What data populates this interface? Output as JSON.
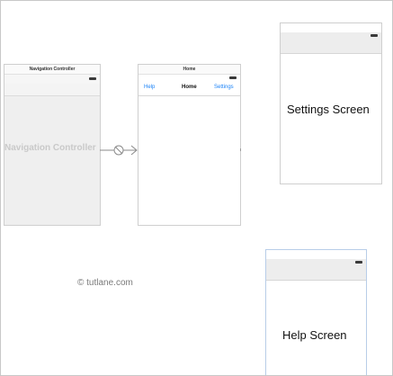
{
  "nav_controller": {
    "title": "Navigation Controller",
    "placeholder": "Navigation Controller"
  },
  "home": {
    "title": "Home",
    "left_button": "Help",
    "nav_title": "Home",
    "right_button": "Settings"
  },
  "settings": {
    "label": "Settings Screen"
  },
  "help": {
    "label": "Help Screen"
  },
  "watermark": "© tutlane.com",
  "colors": {
    "link_blue": "#1a82f7",
    "placeholder_gray": "#c9c9c9",
    "controller_fill": "#efefef"
  }
}
